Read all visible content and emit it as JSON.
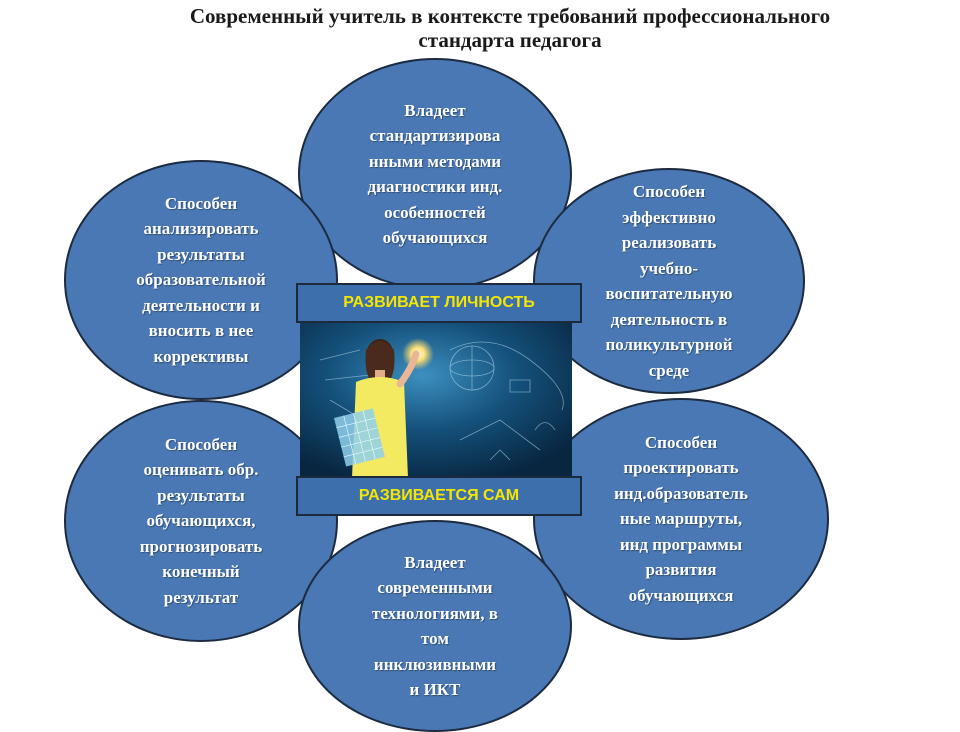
{
  "title": {
    "line1": "Современный учитель в контексте требований профессионального",
    "line2": "стандарта педагога"
  },
  "ovals": {
    "top": "Владеет\nстандартизирова\nнными методами\nдиагностики инд.\nособенностей\nобучающихся",
    "top_left": "Способен\nанализировать\nрезультаты\nобразовательной\nдеятельности и\nвносить в нее\nкоррективы",
    "top_right": "Способен\nэффективно\nреализовать\nучебно-\nвоспитательную\nдеятельность  в\nполикультурной\nсреде",
    "bottom_left": "Способен\nоценивать обр.\nрезультаты\nобучающихся,\nпрогнозировать\nконечный\nрезультат",
    "bottom_right": "Способен\nпроектировать\nинд.образователь\nные  маршруты,\nинд программы\nразвития\nобучающихся",
    "bottom": "Владеет\nсовременными\nтехнологиями,  в\nтом\nинклюзивными\nи  ИКТ"
  },
  "banners": {
    "top": "РАЗВИВАЕТ ЛИЧНОСТЬ",
    "bottom": "РАЗВИВАЕТСЯ САМ"
  },
  "colors": {
    "oval_fill": "#4a78b4",
    "oval_border": "#1c2b40",
    "banner_text": "#f5e600"
  }
}
